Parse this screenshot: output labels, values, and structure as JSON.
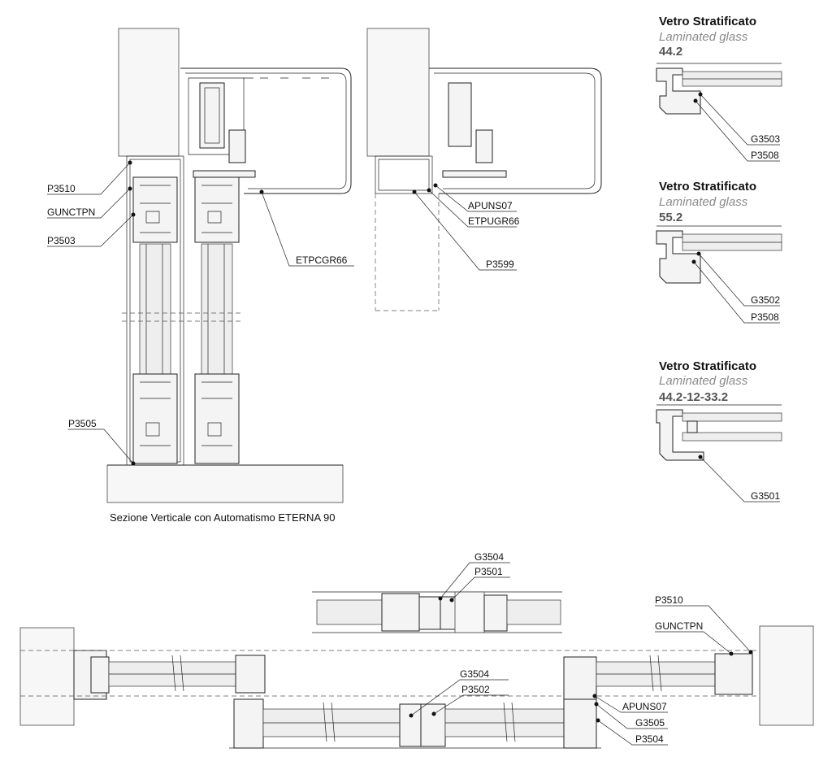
{
  "vertical_section": {
    "caption": "Sezione Verticale con Automatismo ETERNA 90",
    "labels": [
      "P3510",
      "GUNCTPN",
      "P3503",
      "P3505",
      "ETPCGR66",
      "APUNS07",
      "ETPUGR66",
      "P3599"
    ]
  },
  "glass_details": [
    {
      "title": "Vetro Stratificato",
      "subtitle": "Laminated glass",
      "value": "44.2",
      "labels": [
        "G3503",
        "P3508"
      ]
    },
    {
      "title": "Vetro Stratificato",
      "subtitle": "Laminated glass",
      "value": "55.2",
      "labels": [
        "G3502",
        "P3508"
      ]
    },
    {
      "title": "Vetro Stratificato",
      "subtitle": "Laminated glass",
      "value": "44.2-12-33.2",
      "labels": [
        "G3501"
      ]
    }
  ],
  "horizontal_section": {
    "top_labels": [
      "G3504",
      "P3501"
    ],
    "center_labels": [
      "G3504",
      "P3502"
    ],
    "right_labels": [
      "P3510",
      "GUNCTPN",
      "APUNS07",
      "G3505",
      "P3504"
    ]
  }
}
